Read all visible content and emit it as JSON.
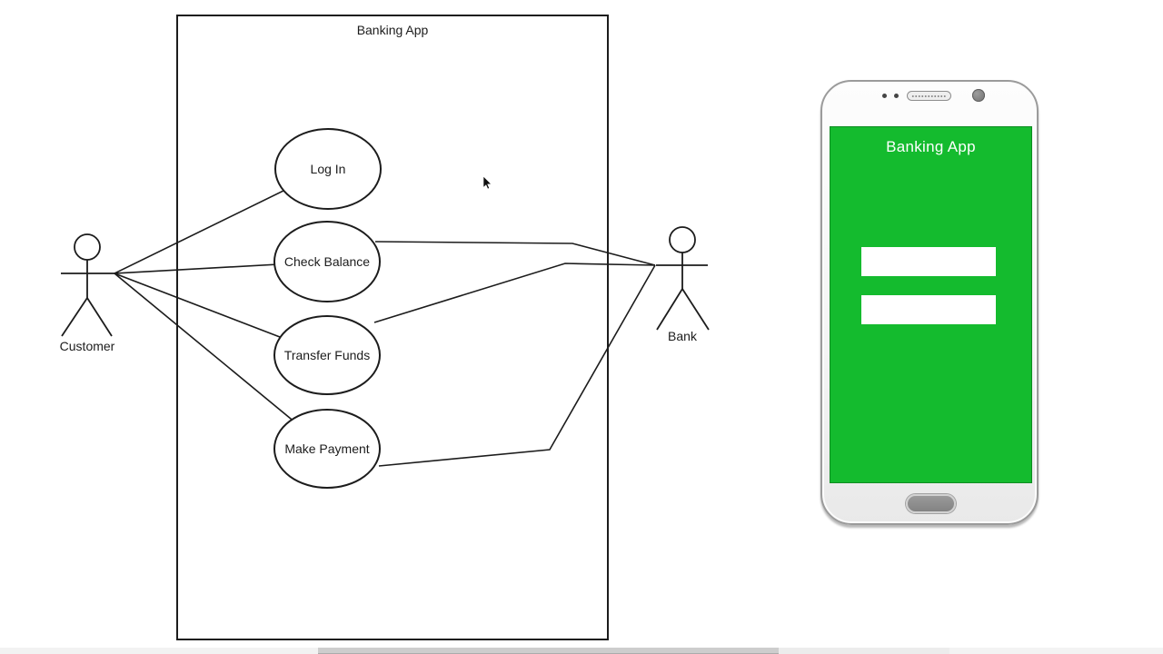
{
  "colors": {
    "diagram-stroke": "#1c1c1c",
    "screen-green": "#14bb2e",
    "screen-title": "#ffffff"
  },
  "diagram": {
    "system": {
      "title": "Banking App"
    },
    "actors": [
      {
        "name": "Customer"
      },
      {
        "name": "Bank"
      }
    ],
    "use_cases": [
      {
        "label": "Log In"
      },
      {
        "label": "Check Balance"
      },
      {
        "label": "Transfer Funds"
      },
      {
        "label": "Make Payment"
      }
    ],
    "associations": [
      {
        "from": "Customer",
        "to": "Log In"
      },
      {
        "from": "Customer",
        "to": "Check Balance"
      },
      {
        "from": "Customer",
        "to": "Transfer Funds"
      },
      {
        "from": "Customer",
        "to": "Make Payment"
      },
      {
        "from": "Bank",
        "to": "Check Balance"
      },
      {
        "from": "Bank",
        "to": "Transfer Funds"
      },
      {
        "from": "Bank",
        "to": "Make Payment"
      }
    ]
  },
  "phone": {
    "app_title": "Banking App",
    "input_fields": [
      {
        "value": "",
        "placeholder": ""
      },
      {
        "value": "",
        "placeholder": ""
      }
    ]
  }
}
